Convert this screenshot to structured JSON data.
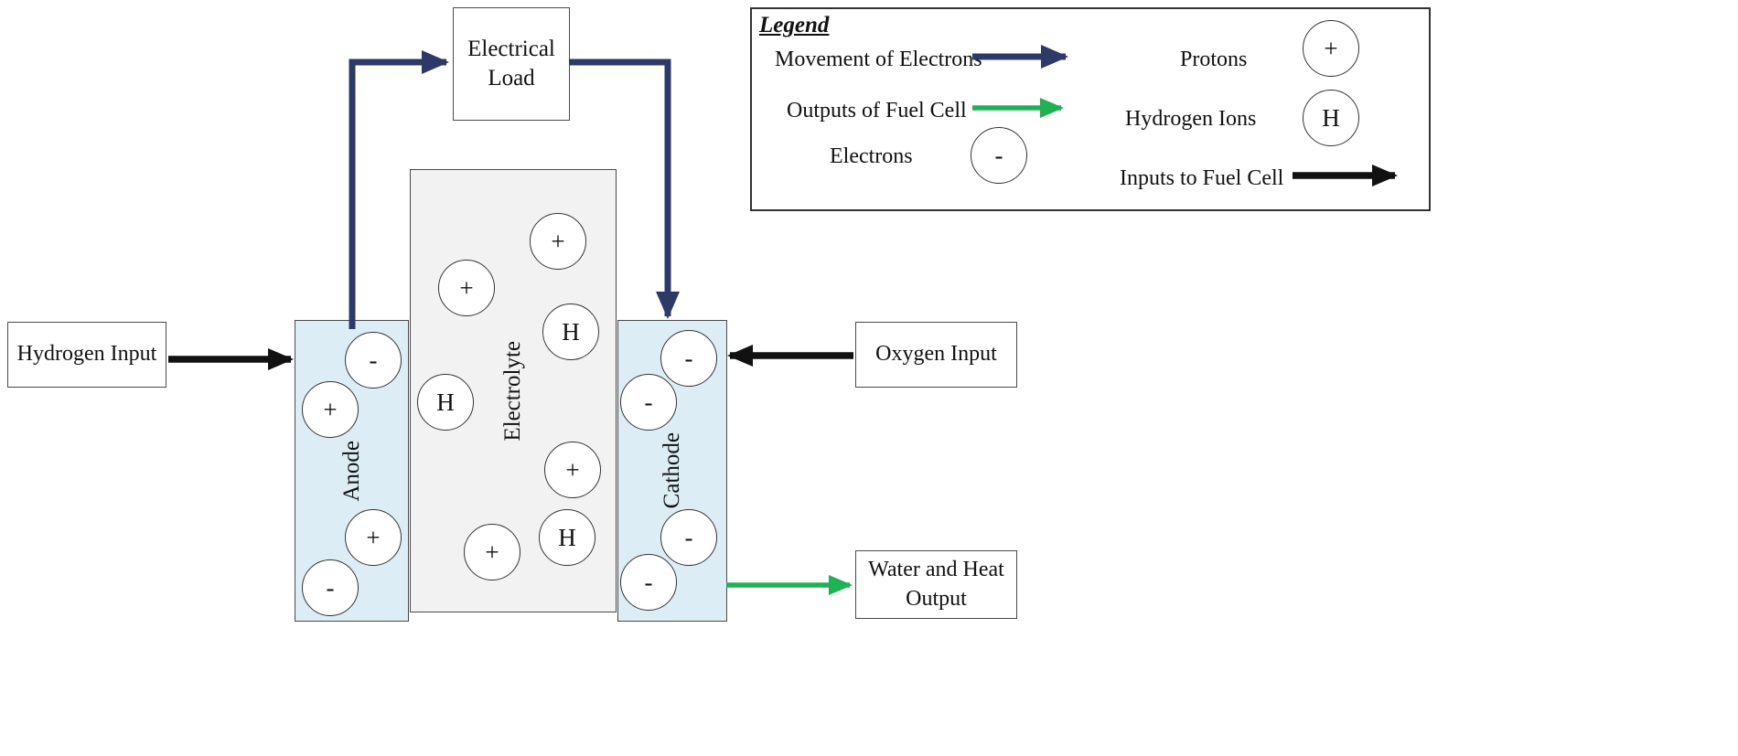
{
  "legend": {
    "title": "Legend",
    "items": [
      {
        "label": "Movement of Electrons"
      },
      {
        "label": "Protons",
        "symbol": "+"
      },
      {
        "label": "Outputs of Fuel Cell"
      },
      {
        "label": "Hydrogen Ions",
        "symbol": "H"
      },
      {
        "label": "Electrons",
        "symbol": "-"
      },
      {
        "label": "Inputs to Fuel Cell"
      }
    ]
  },
  "boxes": {
    "electrical_load": "Electrical Load",
    "hydrogen_input": "Hydrogen Input",
    "oxygen_input": "Oxygen Input",
    "water_heat_output": "Water and Heat Output"
  },
  "fuel_cell": {
    "anode": {
      "label": "Anode",
      "particles": [
        "-",
        "+",
        "+",
        "-"
      ]
    },
    "electrolyte": {
      "label": "Electrolyte",
      "particles": [
        "+",
        "+",
        "H",
        "H",
        "+",
        "H",
        "+"
      ]
    },
    "cathode": {
      "label": "Cathode",
      "particles": [
        "-",
        "-",
        "-",
        "-"
      ]
    }
  },
  "colors": {
    "electron_arrow": "#2d3a68",
    "output_arrow": "#1fb254",
    "input_arrow": "#111111",
    "electrode_fill": "#ddedf5",
    "electrolyte_fill": "#f2f2f2"
  }
}
